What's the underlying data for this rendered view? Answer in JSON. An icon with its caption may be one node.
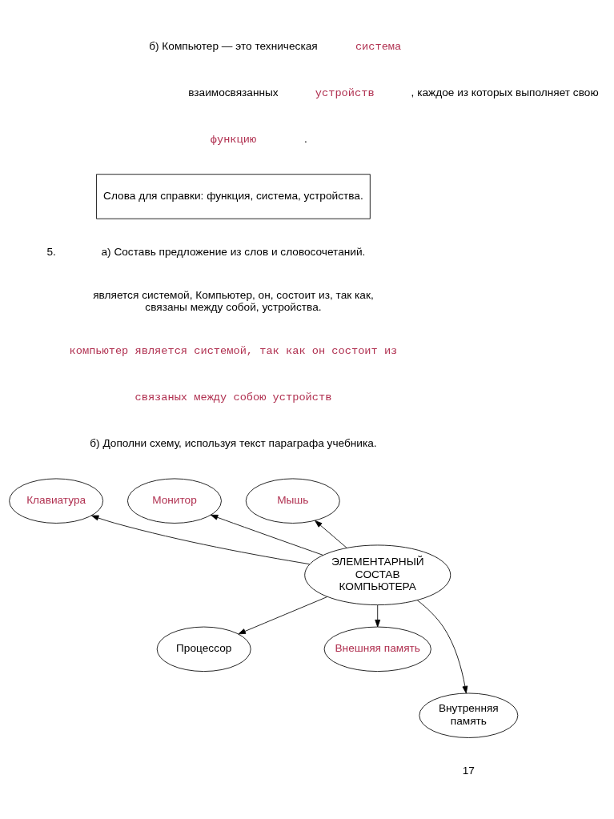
{
  "diagram": {
    "nodes": [
      {
        "text": [
          "Монитор"
        ]
      },
      {
        "text": [
          "Клавиатура"
        ]
      },
      {
        "text": [
          "Мышь"
        ]
      },
      {
        "text": [
          "ЭЛЕМЕНТАРНЫЙ СОСТАВ КОМПЬЮТЕРА"
        ]
      },
      {
        "text": [
          "Процессор"
        ]
      },
      {
        "text": [
          "Внешняя память"
        ]
      },
      {
        "text": [
          "Внутренняя память"
        ]
      },
      {
        "text": [
          "Слова для справки: функция, система, устройства."
        ]
      }
    ],
    "edges": [
      {
        "from": 3,
        "to": 0,
        "arrow": "to"
      },
      {
        "from": 3,
        "to": 1,
        "arrow": "to"
      },
      {
        "from": 3,
        "to": 2,
        "arrow": "to"
      },
      {
        "from": 3,
        "to": 4,
        "arrow": "to"
      },
      {
        "from": 3,
        "to": 5,
        "arrow": "to"
      },
      {
        "from": 3,
        "to": 6,
        "arrow": "to"
      }
    ],
    "labels": [
      "б) Компьютер — это техническая",
      "система",
      "взаимосвязанных",
      "устройств",
      ", каждое из которых выполняет свою",
      "функцию",
      ".",
      "5.",
      "а) Составь предложение из слов и словосочетаний.",
      "является системой, Компьютер, он, состоит из, так как, связаны между собой, устройства.",
      "компьютер является системой, так как он состоит из",
      "связаных между собою устройств",
      "б) Дополни схему, используя текст параграфа учебника.",
      "17"
    ]
  }
}
